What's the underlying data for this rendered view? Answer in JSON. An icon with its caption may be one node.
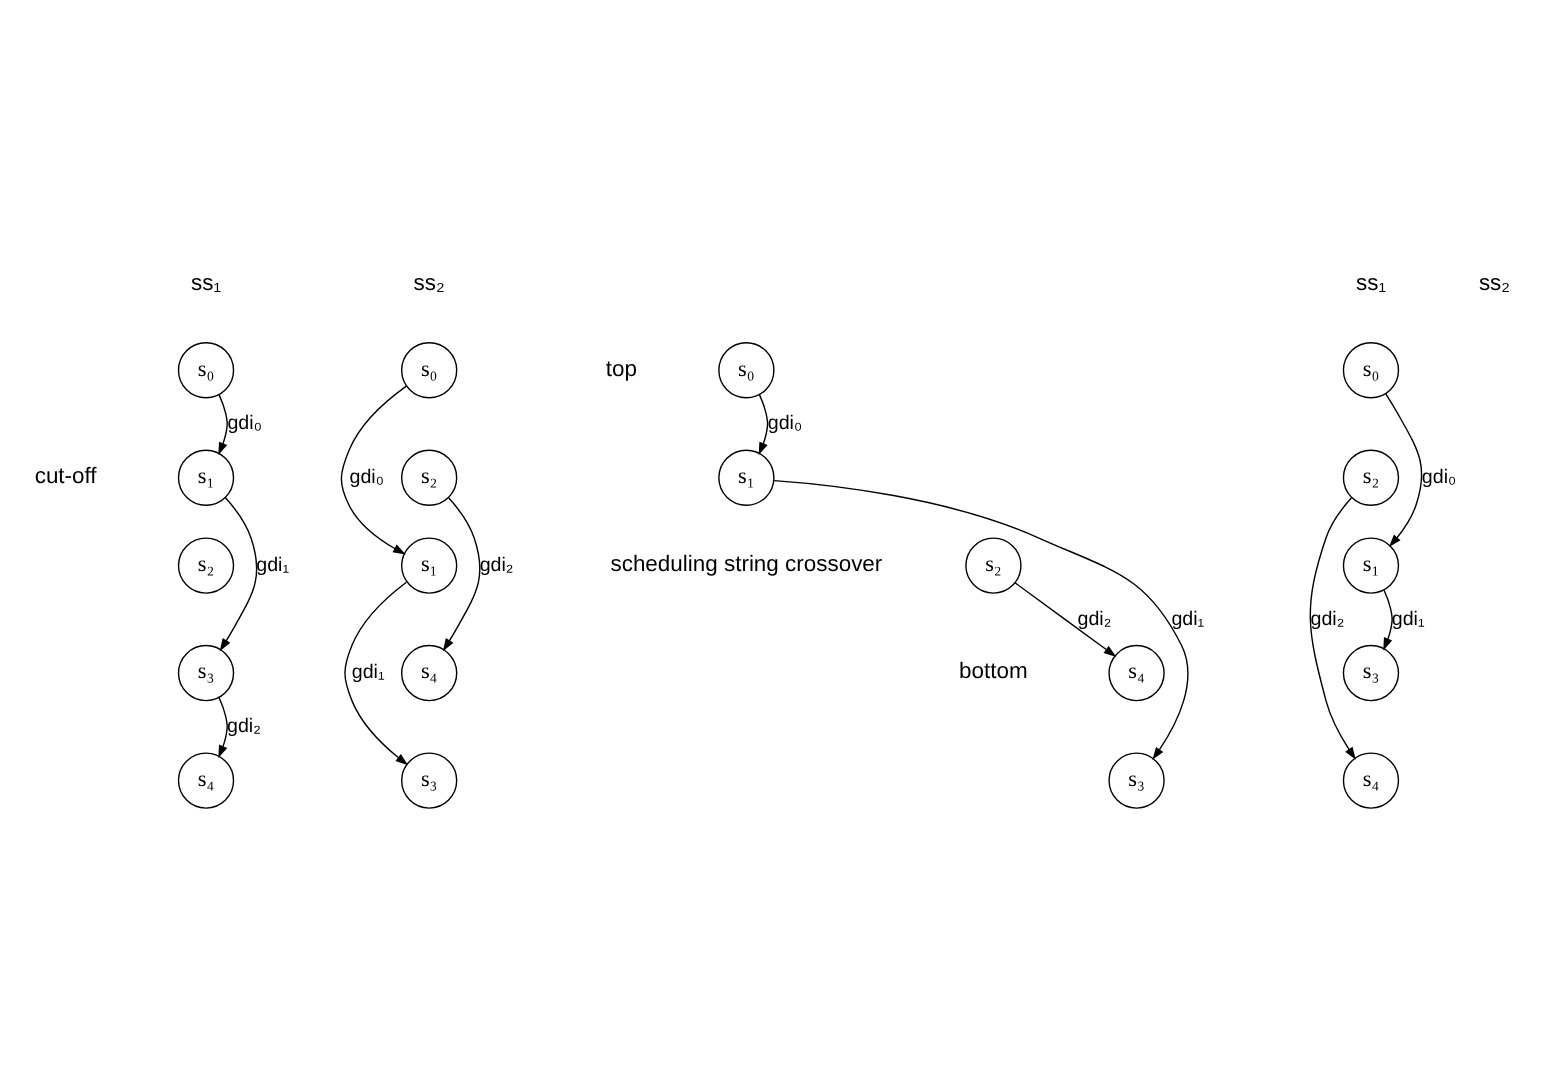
{
  "diagram": {
    "nodes": [
      {
        "text": [
          "s₀"
        ]
      },
      {
        "text": [
          "s₁"
        ]
      },
      {
        "text": [
          "s₂"
        ]
      },
      {
        "text": [
          "s₃"
        ]
      },
      {
        "text": [
          "s₄"
        ]
      },
      {
        "text": [
          "s₀"
        ]
      },
      {
        "text": [
          "s₂"
        ]
      },
      {
        "text": [
          "s₁"
        ]
      },
      {
        "text": [
          "s₄"
        ]
      },
      {
        "text": [
          "s₃"
        ]
      },
      {
        "text": [
          "s₀"
        ]
      },
      {
        "text": [
          "s₁"
        ]
      },
      {
        "text": [
          "s₂"
        ]
      },
      {
        "text": [
          "s₄"
        ]
      },
      {
        "text": [
          "s₃"
        ]
      },
      {
        "text": [
          "s₀"
        ]
      },
      {
        "text": [
          "s₂"
        ]
      },
      {
        "text": [
          "s₁"
        ]
      },
      {
        "text": [
          "s₃"
        ]
      },
      {
        "text": [
          "s₄"
        ]
      }
    ],
    "edges": [
      {
        "from": 0,
        "to": 1,
        "arrow": "to",
        "label": "gdi₀"
      },
      {
        "from": 1,
        "to": 3,
        "arrow": "to",
        "label": "gdi₁"
      },
      {
        "from": 3,
        "to": 4,
        "arrow": "to",
        "label": "gdi₂"
      },
      {
        "from": 5,
        "to": 7,
        "arrow": "to",
        "label": "gdi₀"
      },
      {
        "from": 6,
        "to": 8,
        "arrow": "to",
        "label": "gdi₂"
      },
      {
        "from": 7,
        "to": 9,
        "arrow": "to",
        "label": "gdi₁"
      },
      {
        "from": 10,
        "to": 11,
        "arrow": "to",
        "label": "gdi₀"
      },
      {
        "from": 12,
        "to": 13,
        "arrow": "to",
        "label": "gdi₂"
      },
      {
        "from": 11,
        "to": 14,
        "arrow": "to",
        "label": "gdi₁"
      },
      {
        "from": 15,
        "to": 17,
        "arrow": "to",
        "label": "gdi₀"
      },
      {
        "from": 17,
        "to": 18,
        "arrow": "to",
        "label": "gdi₁"
      },
      {
        "from": 16,
        "to": 19,
        "arrow": "to",
        "label": "gdi₂"
      }
    ],
    "labels": [
      "ss₁",
      "ss₂",
      "ss₁",
      "ss₂",
      "top",
      "cut-off",
      "scheduling string crossover",
      "bottom"
    ]
  }
}
